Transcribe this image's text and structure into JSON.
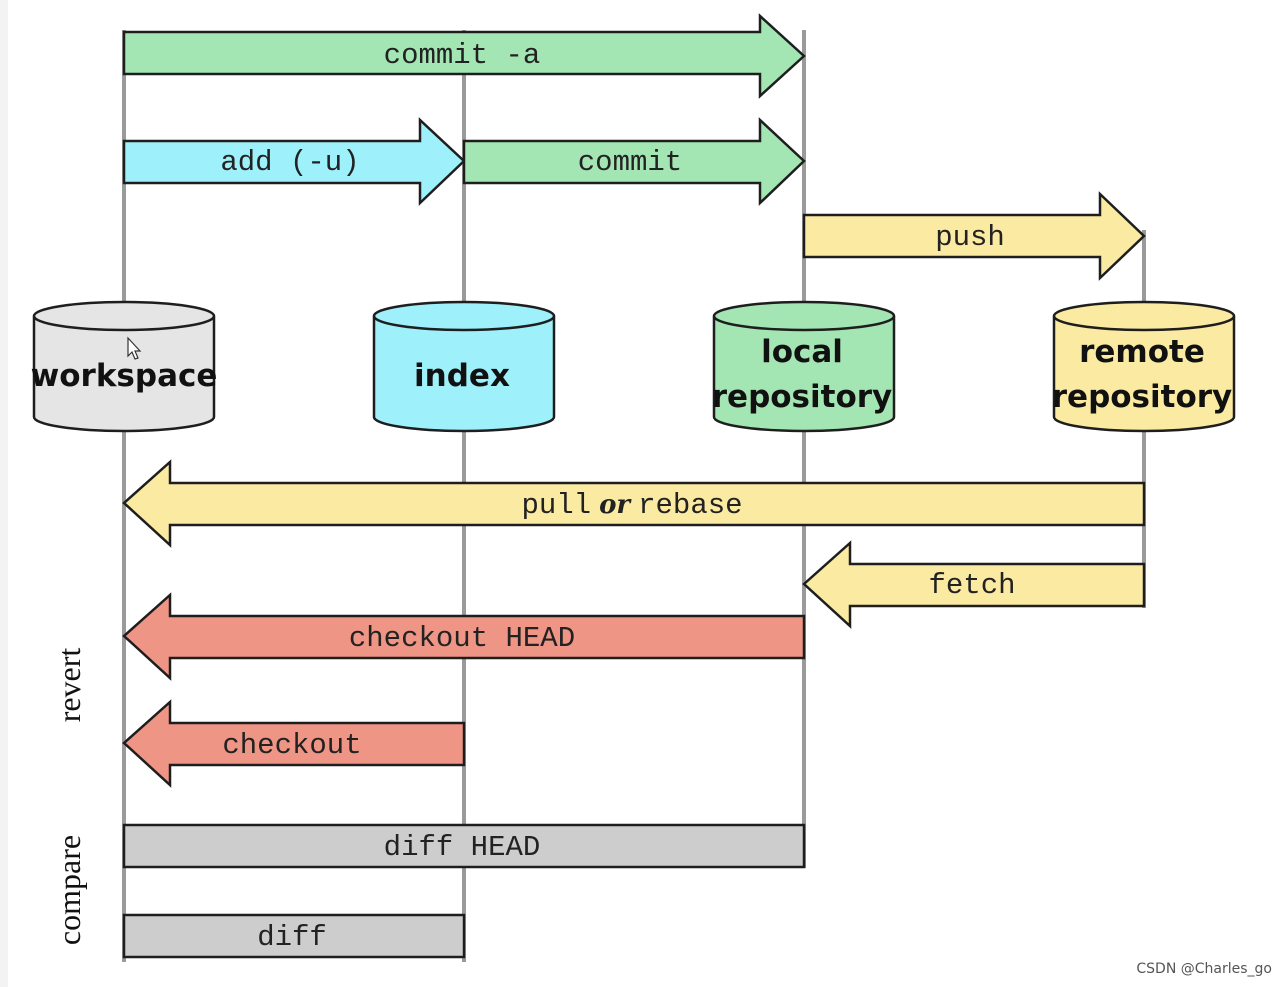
{
  "colors": {
    "green": "#a3e6b3",
    "cyan": "#9ef0fb",
    "yellow": "#fbeaa2",
    "red": "#ef9585",
    "gray": "#cdcdcd",
    "workspace_fill": "#e5e5e5",
    "lane_line": "#9a9a9a"
  },
  "locations": {
    "workspace": "workspace",
    "index": "index",
    "local_line1": "local",
    "local_line2": "repository",
    "remote_line1": "remote",
    "remote_line2": "repository"
  },
  "commands": {
    "commit_a": "commit -a",
    "add": "add (-u)",
    "commit": "commit",
    "push": "push",
    "pull": "pull",
    "or": "or",
    "rebase": "rebase",
    "fetch": "fetch",
    "checkout_head": "checkout HEAD",
    "checkout": "checkout",
    "diff_head": "diff HEAD",
    "diff": "diff"
  },
  "groups": {
    "revert": "revert",
    "compare": "compare"
  },
  "watermark": "CSDN @Charles_go"
}
